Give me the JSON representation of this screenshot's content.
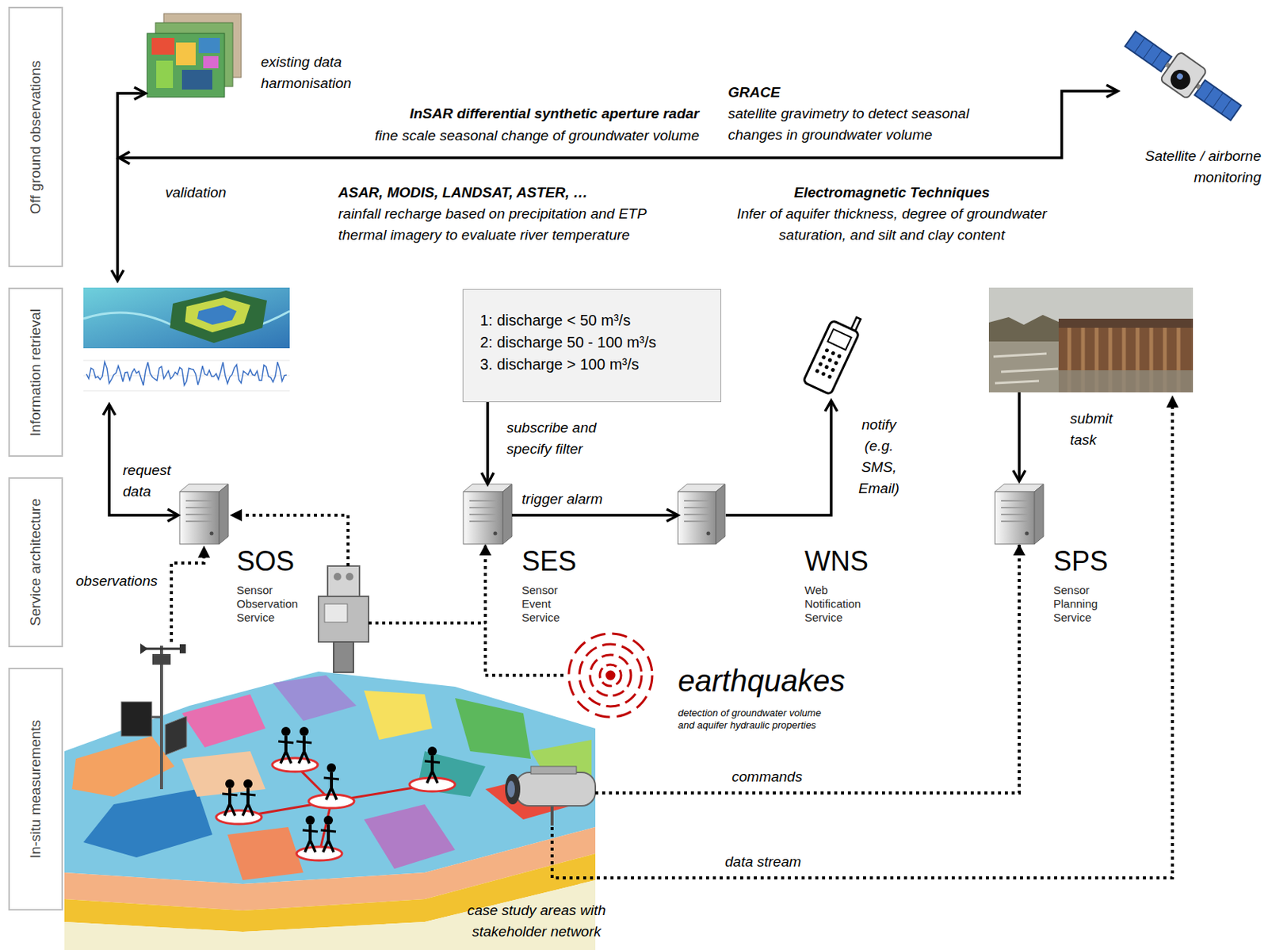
{
  "diagram": {
    "nodes": [
      {
        "text": [
          "Off ground observations"
        ]
      },
      {
        "text": [
          "existing data harmonisation"
        ]
      },
      {
        "text": [
          "Satellite / airborne monitoring"
        ]
      },
      {
        "text": [
          "Information retrieval"
        ]
      },
      {
        "text": [
          "1: discharge < 50 m³/s",
          "2: discharge 50 - 100 m³/s",
          "3. discharge > 100 m³/s"
        ]
      },
      {
        "text": [
          "Service architecture"
        ]
      },
      {
        "text": [
          "SOS",
          "Sensor Observation Service"
        ]
      },
      {
        "text": [
          "SES",
          "Sensor Event Service"
        ]
      },
      {
        "text": [
          "WNS",
          "Web Notification Service"
        ]
      },
      {
        "text": [
          "SPS",
          "Sensor Planning Service"
        ]
      },
      {
        "text": [
          "In-situ measurements"
        ]
      },
      {
        "text": [
          "earthquakes",
          "detection of groundwater volume and aquifer hydraulic properties"
        ]
      },
      {
        "text": [
          "case study areas with stakeholder network"
        ]
      }
    ],
    "edges": [
      {
        "from": 1,
        "to": 2,
        "arrow": "both"
      },
      {
        "from": 4,
        "to": 7,
        "label": "subscribe and specify filter",
        "arrow": "to"
      },
      {
        "from": 7,
        "to": 8,
        "label": "trigger alarm",
        "arrow": "to"
      },
      {
        "from": 11,
        "to": 7,
        "arrow": "to"
      },
      {
        "from": 12,
        "to": 9,
        "label": "commands",
        "arrow": "to"
      }
    ],
    "labels": [
      "InSAR differential synthetic aperture radar",
      "fine scale seasonal change of groundwater volume",
      "GRACE",
      "satellite gravimetry to detect seasonal changes in groundwater volume",
      "validation",
      "ASAR, MODIS, LANDSAT, ASTER, …",
      "rainfall recharge based on precipitation and ETP thermal imagery to evaluate river temperature",
      "Electromagnetic Techniques",
      "Infer of aquifer thickness, degree of groundwater saturation, and silt and clay content",
      "notify (e.g. SMS, Email)",
      "submit task",
      "request data",
      "observations",
      "data stream"
    ]
  }
}
